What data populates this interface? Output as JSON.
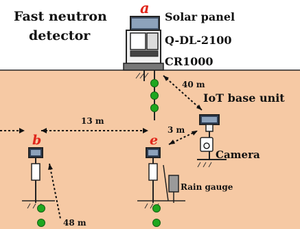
{
  "title_line1": "Fast neutron",
  "title_line2": "detector",
  "labels": {
    "solar_panel": "Solar panel",
    "logger_model": "Q-DL-2100",
    "datalogger": "CR1000",
    "iot_base_unit": "IoT base unit",
    "camera": "Camera",
    "rain_gauge": "Rain gauge"
  },
  "station_letters": {
    "a": "a",
    "b": "b",
    "e": "e"
  },
  "distances": {
    "to_base": "40 m",
    "between_b_e": "13 m",
    "e_to_base": "3 m",
    "b_down": "48 m"
  },
  "colors": {
    "soil": "#f6c9a4",
    "sky": "#ffffff",
    "sensor": "#1fa71f",
    "station_letter": "#e0261b",
    "text": "#111111"
  }
}
